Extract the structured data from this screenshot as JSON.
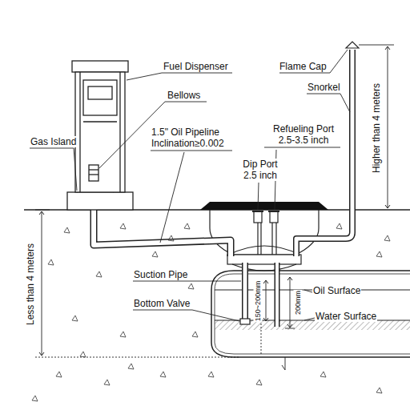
{
  "diagram": {
    "labels": [
      "Fuel Dispenser",
      "Bellows",
      "Flame Cap",
      "Snorkel",
      "Gas Island",
      "1.5\" Oil Pipeline Inclination≥0.002",
      "Refueling Port 2.5-3.5 inch",
      "Dip Port 2.5 inch",
      "Suction Pipe",
      "Oil Surface",
      "Bottom Valve",
      "Water Surface",
      "Less than 4 meters",
      "Higher than 4 meters",
      "150~200mm",
      "200mm"
    ]
  }
}
